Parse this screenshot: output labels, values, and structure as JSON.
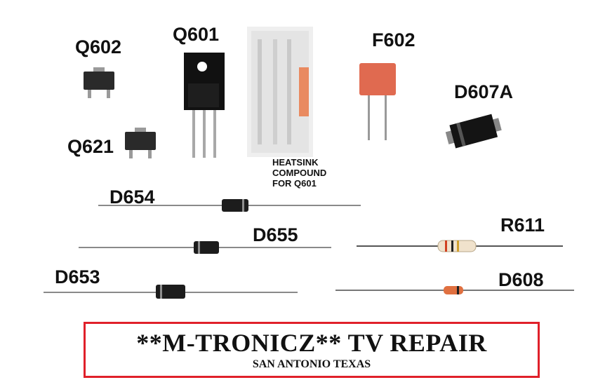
{
  "labels": {
    "q602": "Q602",
    "q601": "Q601",
    "f602": "F602",
    "d607a": "D607A",
    "q621": "Q621",
    "d654": "D654",
    "d655": "D655",
    "r611": "R611",
    "d653": "D653",
    "d608": "D608"
  },
  "heatsink_note": [
    "HEATSINK",
    "COMPOUND",
    "FOR Q601"
  ],
  "banner": {
    "title": "**M-TRONICZ** TV REPAIR",
    "subtitle": "SAN ANTONIO TEXAS"
  },
  "colors": {
    "banner_border": "#e0202a",
    "fuse": "#e06a50",
    "diode_body": "#1c1c1c"
  }
}
